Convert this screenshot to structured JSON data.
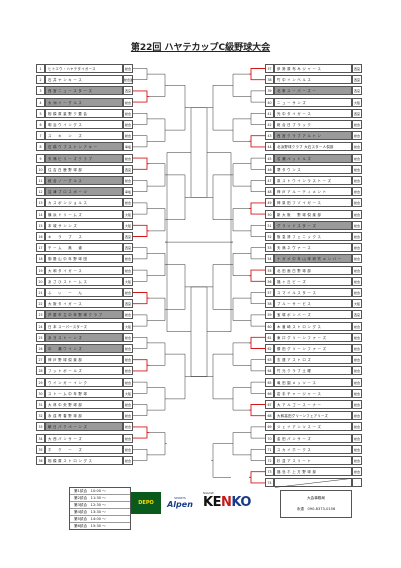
{
  "title": "第22回 ハヤテカップC級野球大会",
  "left_teams": [
    {
      "num": "1",
      "name": "ヒトエウ・ハヤテタイガース",
      "pref": "総合",
      "shade": false
    },
    {
      "num": "2",
      "name": "石 井 ヤ ン キ ー ス",
      "pref": "総合運",
      "shade": false
    },
    {
      "num": "3",
      "name": "西 宮 ニ ュ ー ス タ ー ズ",
      "pref": "西宮",
      "shade": true
    },
    {
      "num": "4",
      "name": "大 洲 イ ー グ ル ス",
      "pref": "総合",
      "shade": true
    },
    {
      "num": "5",
      "name": "相 模 原 星 野 ク 要 会",
      "pref": "総合",
      "shade": false
    },
    {
      "num": "6",
      "name": "明 治 ウ イ ン グ ス",
      "pref": "総合",
      "shade": false
    },
    {
      "num": "7",
      "name": "ス 　 キ 　 ン 　 ズ",
      "pref": "総合",
      "shade": false
    },
    {
      "num": "8",
      "name": "石 橋 ウ ブ ス ト ン ア キ ー",
      "pref": "幸坂",
      "shade": true
    },
    {
      "num": "9",
      "name": "天 満 ビ リ ー ズ ク ラ ブ",
      "pref": "総合",
      "shade": true
    },
    {
      "num": "10",
      "name": "住 吉 白 鹿 野 球 部",
      "pref": "西宮",
      "shade": false
    },
    {
      "num": "11",
      "name": "総 合 ノ ー グ ル ス",
      "pref": "総合",
      "shade": true
    },
    {
      "num": "12",
      "name": "沼 津 プ ロ ス ボ ー ツ",
      "pref": "幸坂",
      "shade": true
    },
    {
      "num": "13",
      "name": "カ ス ボ ン ジ ョ ル ス",
      "pref": "総合",
      "shade": false
    },
    {
      "num": "14",
      "name": "横 浜 ド リ ー ム ズ",
      "pref": "大阪",
      "shade": false
    },
    {
      "num": "15",
      "name": "本 城 サ ン ン ズ",
      "pref": "大阪",
      "shade": false
    },
    {
      "num": "16",
      "name": "キ 　 ラ 　 ブ 　 ス",
      "pref": "西宮",
      "shade": false
    },
    {
      "num": "17",
      "name": "チ ー ム 　 無 　 道",
      "pref": "西宮",
      "shade": false
    },
    {
      "num": "18",
      "name": "御 殿 山 中 年 野 球 団",
      "pref": "総合",
      "shade": false
    },
    {
      "num": "19",
      "name": "大 和 タ イ ガ ー ス",
      "pref": "総合",
      "shade": false
    },
    {
      "num": "20",
      "name": "あ さ ひ ス ト ー ム ス",
      "pref": "大阪",
      "shade": false
    },
    {
      "num": "21",
      "name": "ふ 　 ぃ 　 ー 　 ん",
      "pref": "総合",
      "shade": false
    },
    {
      "num": "22",
      "name": "大 阪 タ イ ガ ー ス",
      "pref": "西宮",
      "shade": false
    },
    {
      "num": "23",
      "name": "芦 屋 市 立 中 年 野 球 ク ラ ブ",
      "pref": "総合",
      "shade": true
    },
    {
      "num": "24",
      "name": "日 本 スーパースターズ",
      "pref": "大阪",
      "shade": false
    },
    {
      "num": "25",
      "name": "あ き ス ト ー ン ズ",
      "pref": "総合",
      "shade": true
    },
    {
      "num": "26",
      "name": "中 　 瀬 ウ イ ン ズ",
      "pref": "総合",
      "shade": true
    },
    {
      "num": "27",
      "name": "神 戸 野 球 倶 楽 部",
      "pref": "総合",
      "shade": false
    },
    {
      "num": "28",
      "name": "フ ッ ト ボ ー ル ズ",
      "pref": "総合",
      "shade": false
    },
    {
      "num": "29",
      "name": "ウ イ ン ガ ー イ ン ク",
      "pref": "総合",
      "shade": false
    },
    {
      "num": "30",
      "name": "ス ト ー ム 中 年 野 球",
      "pref": "大阪",
      "shade": false
    },
    {
      "num": "31",
      "name": "大 林 中 央 野 球 部",
      "pref": "総合",
      "shade": false
    },
    {
      "num": "32",
      "name": "永 遠 青 春 野 球 部",
      "pref": "総合",
      "shade": false
    },
    {
      "num": "33",
      "name": "朝 日 パ ク ペ ー ン ズ",
      "pref": "総合",
      "shade": true
    },
    {
      "num": "34",
      "name": "大 西 パ ン サ ー ズ",
      "pref": "総合",
      "shade": false
    },
    {
      "num": "35",
      "name": "ホ 　 ク 　 ー 　 ズ",
      "pref": "総合",
      "shade": false
    },
    {
      "num": "36",
      "name": "相 模 原 ス ト ロ ン グ ス",
      "pref": "総合",
      "shade": false
    }
  ],
  "right_teams": [
    {
      "num": "37",
      "name": "伊 勢 原 布 み ジ ャ ー ス",
      "pref": "西宮",
      "shade": false
    },
    {
      "num": "38",
      "name": "竹 中 イ ン ベ ル ス",
      "pref": "西宮",
      "shade": false
    },
    {
      "num": "39",
      "name": "北 条 ス ー パ ー ズ ー",
      "pref": "西宮",
      "shade": true
    },
    {
      "num": "40",
      "name": "ニ ュ ー サ ン ズ",
      "pref": "大阪",
      "shade": false
    },
    {
      "num": "41",
      "name": "光 中 タ イ ガ ー ス",
      "pref": "西宮",
      "shade": false
    },
    {
      "num": "42",
      "name": "総 合 日 ブ ラ ッ ク",
      "pref": "総合",
      "shade": false
    },
    {
      "num": "43",
      "name": "西 宮 ク ラ ブ ア ル ト ン",
      "pref": "総合",
      "shade": true
    },
    {
      "num": "44",
      "name": "北浜野球クラブ 大石スター人倶部",
      "pref": "総合",
      "shade": false
    },
    {
      "num": "45",
      "name": "名 瀬 ペ ッ ト ル ズ",
      "pref": "総合",
      "shade": true
    },
    {
      "num": "46",
      "name": "堺 タ ウ ン ス",
      "pref": "総合",
      "shade": false
    },
    {
      "num": "47",
      "name": "泉 ス ト ウ イ ン ラ ス ト ー ズ",
      "pref": "総合",
      "shade": false
    },
    {
      "num": "48",
      "name": "神 戸 ア ル ー テ ィ メ ン ト",
      "pref": "総合",
      "shade": false
    },
    {
      "num": "49",
      "name": "神 泉 田 フ ゾ イ ガ ー ス",
      "pref": "総合",
      "shade": false
    },
    {
      "num": "50",
      "name": "新 大 阪 　 野 球 倶 楽 部",
      "pref": "総合",
      "shade": false
    },
    {
      "num": "51",
      "name": "グ ラ ン ド ス タ ー ズ",
      "pref": "総合",
      "shade": true
    },
    {
      "num": "52",
      "name": "阪 急 清 フ ェ ニ ッ ク ス",
      "pref": "総合",
      "shade": false
    },
    {
      "num": "53",
      "name": "天 満 ネ ヴ ァ ー ス",
      "pref": "総合",
      "shade": false
    },
    {
      "num": "54",
      "name": "ナ ガ オ 中 年 山 球 研 究 メ ン バ ー",
      "pref": "総合",
      "shade": true
    },
    {
      "num": "55",
      "name": "北 田 面 白 野 球 部",
      "pref": "総合",
      "shade": false
    },
    {
      "num": "56",
      "name": "福 ヶ 丘 ビ ー ズ",
      "pref": "総合",
      "shade": false
    },
    {
      "num": "57",
      "name": "ス マ イ ル ス タ ー ス",
      "pref": "総合",
      "shade": false
    },
    {
      "num": "58",
      "name": "ブ ル ー サ ー ビ ス",
      "pref": "大阪",
      "shade": false
    },
    {
      "num": "59",
      "name": "宝 塚 ボ ン バ ー ズ",
      "pref": "西宮",
      "shade": false
    },
    {
      "num": "60",
      "name": "木 曽 崎 ス ト ロ ン グ ス",
      "pref": "総合",
      "shade": false
    },
    {
      "num": "61",
      "name": "東 口 グ リ ー ン フ ァ ー ズ",
      "pref": "総合",
      "shade": false
    },
    {
      "num": "62",
      "name": "勝 田 グ リ ー ン フ ァ ー ズ",
      "pref": "総合",
      "shade": false
    },
    {
      "num": "63",
      "name": "玄 蓮 ア ス ト ロ ズ",
      "pref": "総合",
      "shade": false
    },
    {
      "num": "64",
      "name": "竹 元 ク ラ ブ 土 曜",
      "pref": "総合",
      "shade": false
    },
    {
      "num": "65",
      "name": "竜 田 園 メ ッ ツ ー ス",
      "pref": "総合",
      "shade": false
    },
    {
      "num": "66",
      "name": "岩 手 チ ャ ー ジ ャ ー ス",
      "pref": "総合",
      "shade": false
    },
    {
      "num": "67",
      "name": "大 ア ル ゴ ー ス ー ナ ー",
      "pref": "総合",
      "shade": false
    },
    {
      "num": "68",
      "name": "大和高田グリーンフェアリーズ",
      "pref": "総合",
      "shade": false
    },
    {
      "num": "69",
      "name": "ジ ェ イ ア ン ツ ス ー ズ",
      "pref": "総合",
      "shade": false
    },
    {
      "num": "70",
      "name": "金 田 パ ン サ ー ズ",
      "pref": "総合",
      "shade": false
    },
    {
      "num": "71",
      "name": "ス カ イ ホ ー ク ス",
      "pref": "総合",
      "shade": false
    },
    {
      "num": "72",
      "name": "杉 並 ア ス リ ー ト",
      "pref": "総合",
      "shade": false
    },
    {
      "num": "73",
      "name": "福 島 ホ 上 方 野 球 部",
      "pref": "総合",
      "shade": false
    },
    {
      "num": "74",
      "name": "",
      "pref": "",
      "shade": false
    }
  ],
  "schedule": [
    "第1試合　10:00 〜",
    "第2試合　11:30 〜",
    "第3試合　12:30 〜",
    "第4試合　13:30 〜",
    "第5試合　14:00 〜",
    "第6試合　15:30 〜"
  ],
  "sponsors": {
    "depo": "DEPO",
    "alpen_top": "SPORTS",
    "alpen": "Alpen",
    "kenko_sub": "NAGASE",
    "kenko_ke": "KE",
    "kenko_n": "N",
    "kenko_ko": "KO"
  },
  "office": {
    "line1": "大会事務局",
    "line2": "永遠　090-8373-0156"
  },
  "colors": {
    "win_line": "#d01818",
    "line": "#333333",
    "shade": "#9a9a9a"
  }
}
